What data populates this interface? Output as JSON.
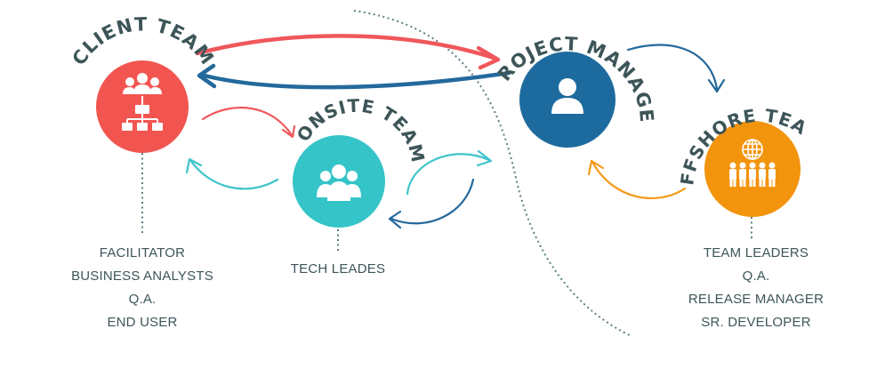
{
  "colors": {
    "client": "#f25550",
    "onsite": "#35c4c8",
    "project": "#1d6b9e",
    "offshore": "#f3940d",
    "arrow_red": "#f0575b",
    "arrow_blue": "#24699c",
    "arrow_teal": "#3dc5cb",
    "arrow_orange": "#f49a1a",
    "text": "#3d5558",
    "divider": "#5b7f84"
  },
  "teams": {
    "client": {
      "title": "CLIENT TEAM",
      "icon": "org-chart-people-icon",
      "roles": [
        "FACILITATOR",
        "BUSINESS ANALYSTS",
        "Q.A.",
        "END USER"
      ]
    },
    "onsite": {
      "title": "ONSITE TEAM",
      "icon": "group-people-icon",
      "roles": [
        "TECH LEADES"
      ]
    },
    "project": {
      "title": "PROJECT MANAGER",
      "icon": "person-icon",
      "roles": []
    },
    "offshore": {
      "title": "OFFSHORE TEAM",
      "icon": "globe-people-icon",
      "roles": [
        "TEAM LEADERS",
        "Q.A.",
        "RELEASE MANAGER",
        "SR. DEVELOPER"
      ]
    }
  }
}
